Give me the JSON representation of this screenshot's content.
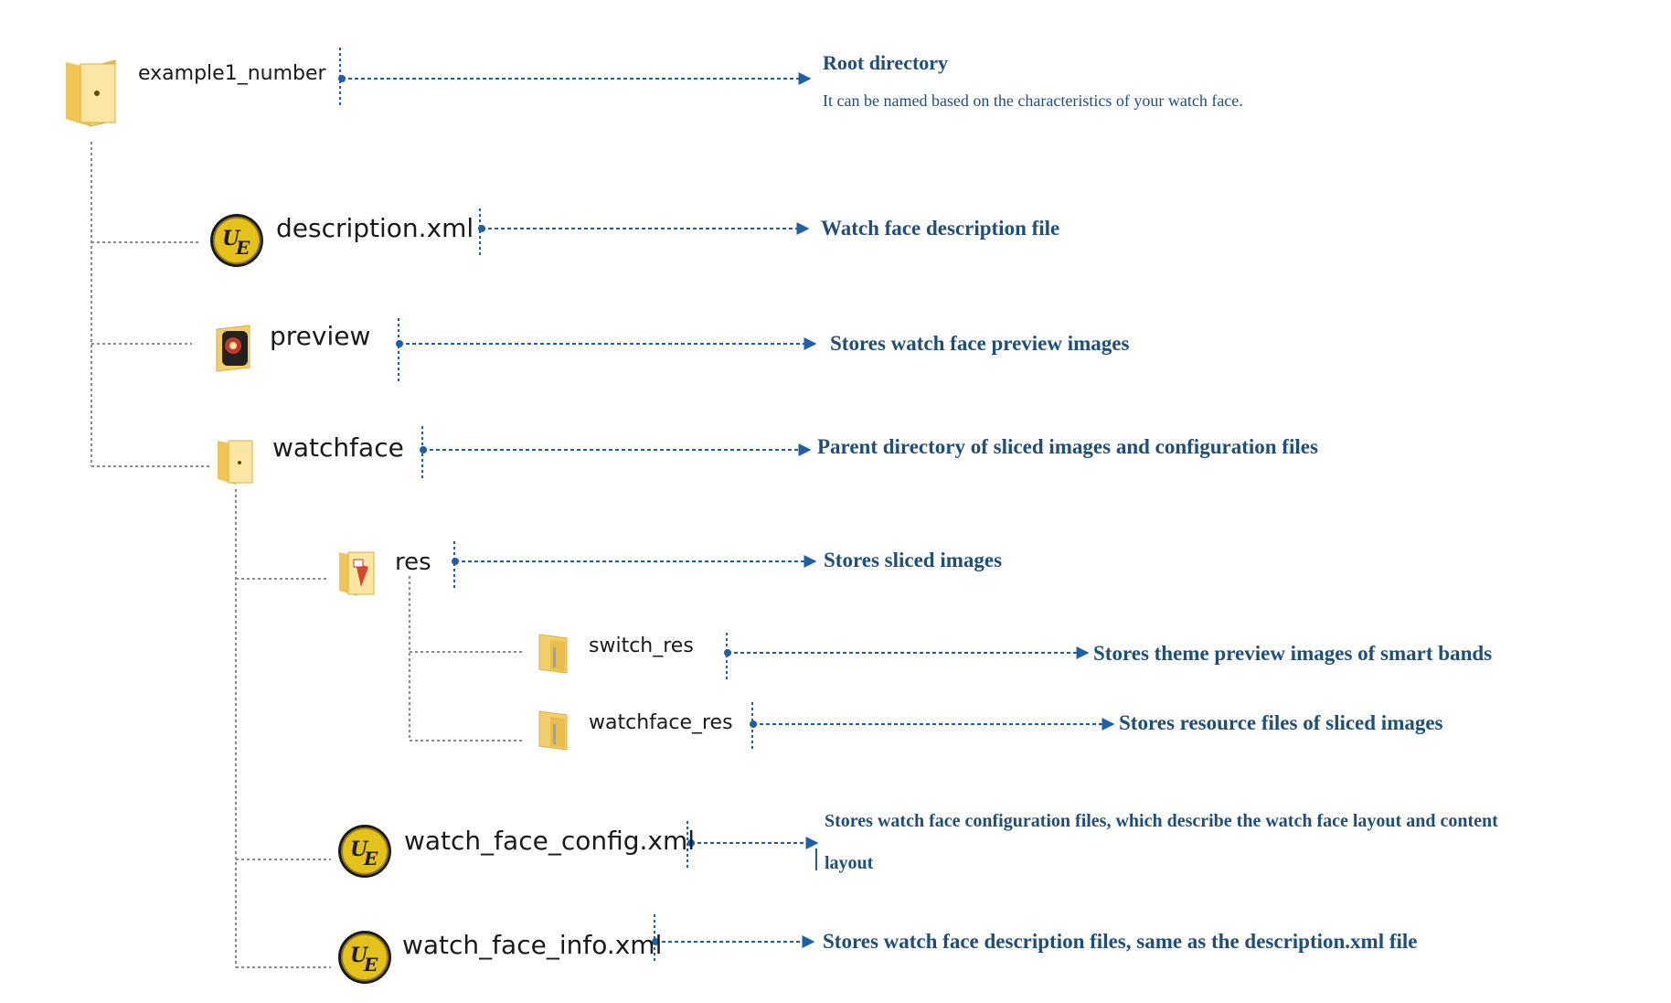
{
  "colors": {
    "connector": "#1f5fa8",
    "tree_line": "#8c8c8c",
    "label_text": "#1f4e79",
    "folder": "#f3cf6b",
    "ue_badge": "#e5c21a"
  },
  "icons": {
    "folder": "folder-icon",
    "ue_file": "ultraedit-file-icon",
    "image_folder": "image-folder-icon"
  },
  "nodes": [
    {
      "id": "example1-number",
      "name": "example1_number",
      "title": "Root directory",
      "subtitle": "It can be named based on the characteristics of your watch face."
    },
    {
      "id": "description-xml",
      "name": "description.xml",
      "title": "Watch face description file"
    },
    {
      "id": "preview",
      "name": "preview",
      "title": "Stores watch face preview images"
    },
    {
      "id": "watchface",
      "name": "watchface",
      "title": "Parent directory of sliced images and configuration files"
    },
    {
      "id": "res",
      "name": "res",
      "title": "Stores sliced images"
    },
    {
      "id": "switch-res",
      "name": "switch_res",
      "title": "Stores theme preview images of smart bands"
    },
    {
      "id": "watchface-res",
      "name": "watchface_res",
      "title": "Stores resource files of sliced images"
    },
    {
      "id": "watch-face-config-xml",
      "name": "watch_face_config.xml",
      "title": "Stores watch face configuration files, which describe the watch face layout and content",
      "title_line2": "layout"
    },
    {
      "id": "watch-face-info-xml",
      "name": "watch_face_info.xml",
      "title": "Stores watch face description files, same as the description.xml file"
    }
  ]
}
